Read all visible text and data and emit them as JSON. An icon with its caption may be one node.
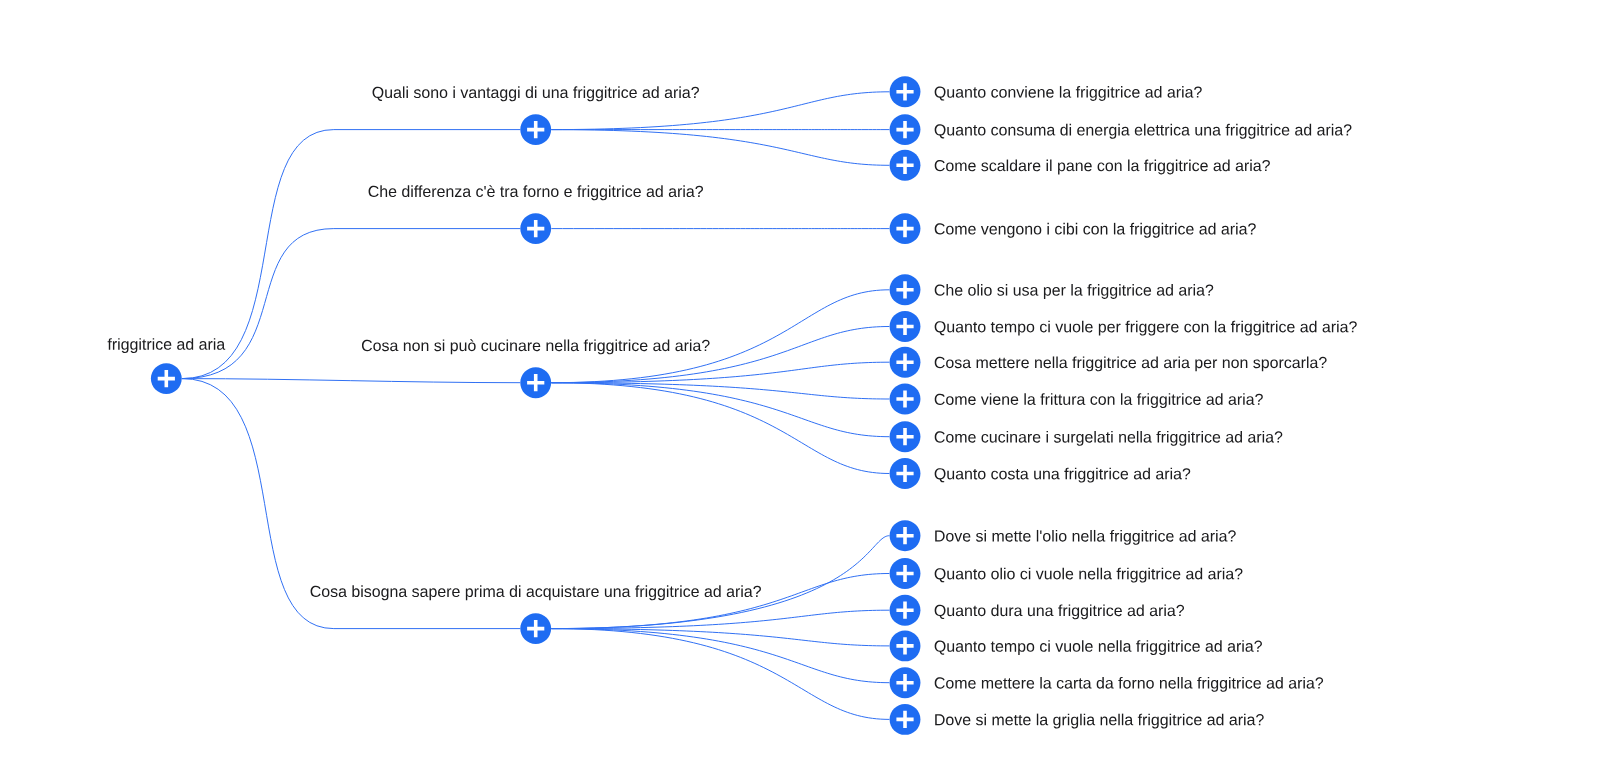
{
  "diagram": {
    "nodes": [
      {
        "text": [],
        "shape": "circle",
        "beside": [
          "friggitrice ad aria"
        ]
      },
      {
        "text": [],
        "shape": "circle",
        "beside": [
          "Quali sono i vantaggi di una friggitrice ad aria?"
        ]
      },
      {
        "text": [],
        "shape": "circle",
        "beside": [
          "Quanto conviene la friggitrice ad aria?"
        ]
      },
      {
        "text": [],
        "shape": "circle",
        "beside": [
          "Quanto consuma di energia elettrica una friggitrice ad aria?"
        ]
      },
      {
        "text": [],
        "shape": "circle",
        "beside": [
          "Come scaldare il pane con la friggitrice ad aria?"
        ]
      },
      {
        "text": [],
        "shape": "circle",
        "beside": [
          "Che differenza c'è tra forno e friggitrice ad aria?"
        ]
      },
      {
        "text": [],
        "shape": "circle",
        "beside": [
          "Come vengono i cibi con la friggitrice ad aria?"
        ]
      },
      {
        "text": [],
        "shape": "circle",
        "beside": [
          "Cosa non si può cucinare nella friggitrice ad aria?"
        ]
      },
      {
        "text": [],
        "shape": "circle",
        "beside": [
          "Che olio si usa per la friggitrice ad aria?"
        ]
      },
      {
        "text": [],
        "shape": "circle",
        "beside": [
          "Quanto tempo ci vuole per friggere con la friggitrice ad aria?"
        ]
      },
      {
        "text": [],
        "shape": "circle",
        "beside": [
          "Cosa mettere nella friggitrice ad aria per non sporcarla?"
        ]
      },
      {
        "text": [],
        "shape": "circle",
        "beside": [
          "Come viene la frittura con la friggitrice ad aria?"
        ]
      },
      {
        "text": [],
        "shape": "circle",
        "beside": [
          "Come cucinare i surgelati nella friggitrice ad aria?"
        ]
      },
      {
        "text": [],
        "shape": "circle",
        "beside": [
          "Quanto costa una friggitrice ad aria?"
        ]
      },
      {
        "text": [],
        "shape": "circle",
        "beside": [
          "Cosa bisogna sapere prima di acquistare una friggitrice ad aria?"
        ]
      },
      {
        "text": [],
        "shape": "circle",
        "beside": [
          "Dove si mette l'olio nella friggitrice ad aria?"
        ]
      },
      {
        "text": [],
        "shape": "circle",
        "beside": [
          "Quanto olio ci vuole nella friggitrice ad aria?"
        ]
      },
      {
        "text": [],
        "shape": "circle",
        "beside": [
          "Quanto dura una friggitrice ad aria?"
        ]
      },
      {
        "text": [],
        "shape": "circle",
        "beside": [
          "Quanto tempo ci vuole nella friggitrice ad aria?"
        ]
      },
      {
        "text": [],
        "shape": "circle",
        "beside": [
          "Come mettere la carta da forno nella friggitrice ad aria?"
        ]
      },
      {
        "text": [],
        "shape": "circle",
        "beside": [
          "Dove si mette la griglia nella friggitrice ad aria?"
        ]
      }
    ],
    "edges": [
      {
        "from": 0,
        "to": 1,
        "arrow": "none"
      },
      {
        "from": 0,
        "to": 5,
        "arrow": "none"
      },
      {
        "from": 0,
        "to": 7,
        "arrow": "none"
      },
      {
        "from": 0,
        "to": 14,
        "arrow": "none"
      },
      {
        "from": 1,
        "to": 2,
        "arrow": "none"
      },
      {
        "from": 1,
        "to": 3,
        "arrow": "none"
      },
      {
        "from": 1,
        "to": 4,
        "arrow": "none"
      },
      {
        "from": 5,
        "to": 6,
        "arrow": "none"
      },
      {
        "from": 7,
        "to": 8,
        "arrow": "none"
      },
      {
        "from": 7,
        "to": 9,
        "arrow": "none"
      },
      {
        "from": 7,
        "to": 10,
        "arrow": "none"
      },
      {
        "from": 7,
        "to": 11,
        "arrow": "none"
      },
      {
        "from": 7,
        "to": 12,
        "arrow": "none"
      },
      {
        "from": 7,
        "to": 13,
        "arrow": "none"
      },
      {
        "from": 14,
        "to": 15,
        "arrow": "none"
      },
      {
        "from": 14,
        "to": 16,
        "arrow": "none"
      },
      {
        "from": 14,
        "to": 17,
        "arrow": "none"
      },
      {
        "from": 14,
        "to": 18,
        "arrow": "none"
      },
      {
        "from": 14,
        "to": 19,
        "arrow": "none"
      },
      {
        "from": 14,
        "to": 20,
        "arrow": "none"
      }
    ]
  }
}
